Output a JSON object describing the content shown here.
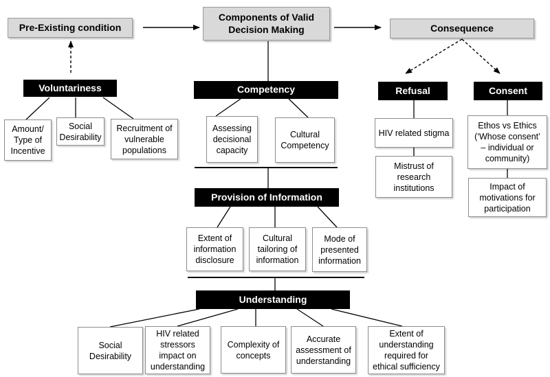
{
  "headers": {
    "pre_existing": "Pre-Existing condition",
    "components": "Components of Valid\nDecision Making",
    "consequence": "Consequence"
  },
  "categories": {
    "voluntariness": "Voluntariness",
    "competency": "Competency",
    "refusal": "Refusal",
    "consent": "Consent",
    "provision": "Provision of Information",
    "understanding": "Understanding"
  },
  "voluntariness_items": [
    "Amount/\nType of\nIncentive",
    "Social\nDesirability",
    "Recruitment of\nvulnerable\npopulations"
  ],
  "competency_items": [
    "Assessing\ndecisional\ncapacity",
    "Cultural\nCompetency"
  ],
  "refusal_items": [
    "HIV related stigma",
    "Mistrust of\nresearch\ninstitutions"
  ],
  "consent_items": [
    "Ethos vs Ethics\n(‘Whose consent’\n– individual or\ncommunity)",
    "Impact of\nmotivations for\nparticipation"
  ],
  "provision_items": [
    "Extent of\ninformation\ndisclosure",
    "Cultural\ntailoring of\ninformation",
    "Mode of\npresented\ninformation"
  ],
  "understanding_items": [
    "Social\nDesirability",
    "HIV related\nstressors\nimpact on\nunderstanding",
    "Complexity of\nconcepts",
    "Accurate\nassessment of\nunderstanding",
    "Extent of\nunderstanding\nrequired for\nethical sufficiency"
  ]
}
